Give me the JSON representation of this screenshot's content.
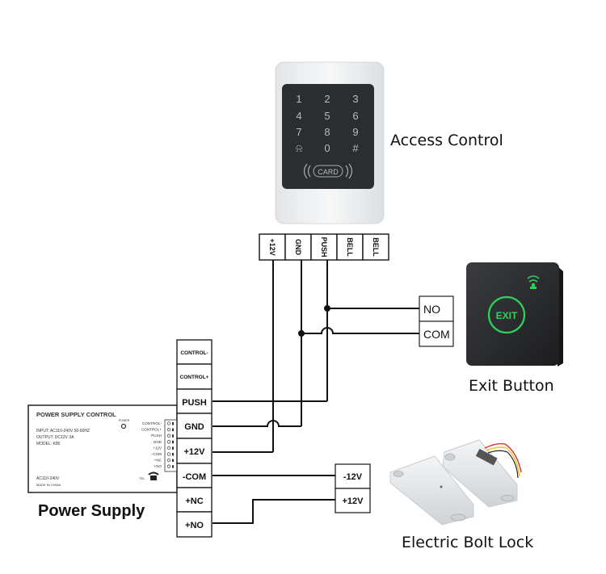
{
  "labels": {
    "access_control": "Access Control",
    "exit_button": "Exit Button",
    "power_supply": "Power Supply",
    "electric_bolt_lock": "Electric Bolt Lock"
  },
  "keypad": {
    "keys": [
      "1",
      "2",
      "3",
      "4",
      "5",
      "6",
      "7",
      "8",
      "9",
      "bell",
      "0",
      "#"
    ],
    "card_label": "CARD"
  },
  "access_terminals": [
    "+12V",
    "GND",
    "PUSH",
    "BELL",
    "BELL"
  ],
  "exit_terminals": [
    "NO",
    "COM"
  ],
  "exit_button_face": "EXIT",
  "psu_terminals": [
    "CONTROL-",
    "CONTROL+",
    "PUSH",
    "GND",
    "+12V",
    "-COM",
    "+NC",
    "+NO"
  ],
  "lock_terminals": [
    "-12V",
    "+12V"
  ],
  "psu_board": {
    "title": "POWER SUPPLY CONTROL",
    "input": "INPUT: AC110-240V  50-60HZ",
    "output": "OUTPUT: DC12V 3A",
    "model": "MODEL: K80",
    "ac": "AC110-240V",
    "made": "MADE IN CHINA",
    "power": "POWER",
    "tel": "TEL",
    "pins": [
      "CONTROL-",
      "CONTROL+",
      "PUSH",
      "GND",
      "+12V",
      "-COM",
      "+NC",
      "+NO"
    ]
  },
  "colors": {
    "wire": "#111111",
    "exit_glow": "#2fd35a",
    "keypad_face": "#2b2d30",
    "housing": "#f1f2f3",
    "lock_body": "#e4e6e8"
  }
}
